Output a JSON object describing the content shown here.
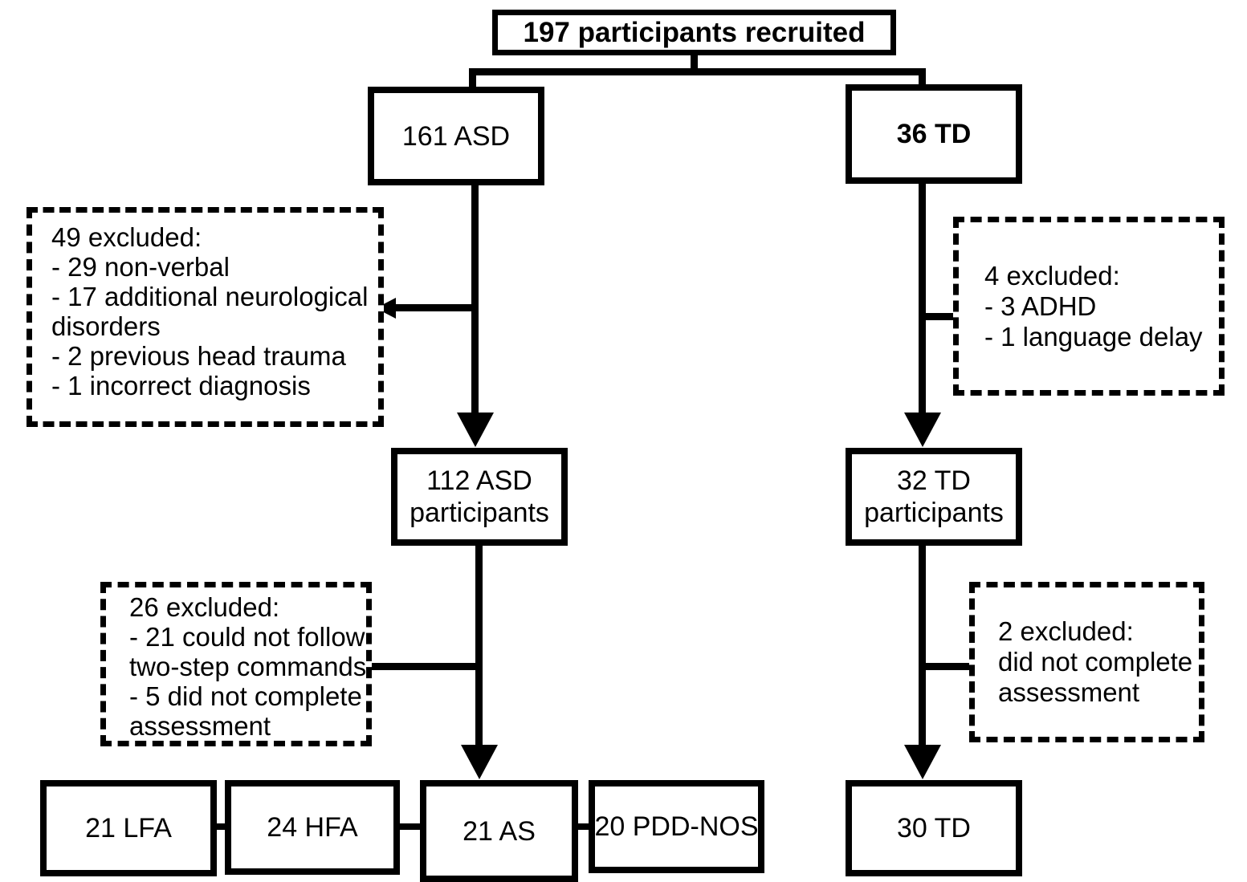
{
  "colors": {
    "background": "#ffffff",
    "line": "#000000",
    "text": "#000000"
  },
  "nodes": {
    "recruited": {
      "label": "197 participants recruited"
    },
    "asd_recruited": {
      "label": "161 ASD"
    },
    "td_recruited": {
      "label": "36 TD"
    },
    "asd_after_stage1": {
      "line1": "112 ASD",
      "line2": "participants"
    },
    "td_after_stage1": {
      "line1": "32 TD",
      "line2": "participants"
    },
    "lfa": {
      "label": "21 LFA"
    },
    "hfa": {
      "label": "24 HFA"
    },
    "as": {
      "label": "21 AS"
    },
    "pdd_nos": {
      "label": "20 PDD-NOS"
    },
    "td_final": {
      "label": "30 TD"
    }
  },
  "exclusions": {
    "asd_stage1": {
      "lines": [
        "49 excluded:",
        "- 29 non-verbal",
        "- 17 additional neurological",
        "disorders",
        "- 2 previous head trauma",
        "- 1 incorrect diagnosis"
      ]
    },
    "td_stage1": {
      "lines": [
        "4 excluded:",
        "- 3 ADHD",
        "- 1 language delay"
      ]
    },
    "asd_stage2": {
      "lines": [
        "26 excluded:",
        "- 21 could not follow",
        "two-step commands",
        "- 5 did not complete",
        "assessment"
      ]
    },
    "td_stage2": {
      "lines": [
        "2 excluded:",
        "did not complete",
        "assessment"
      ]
    }
  }
}
